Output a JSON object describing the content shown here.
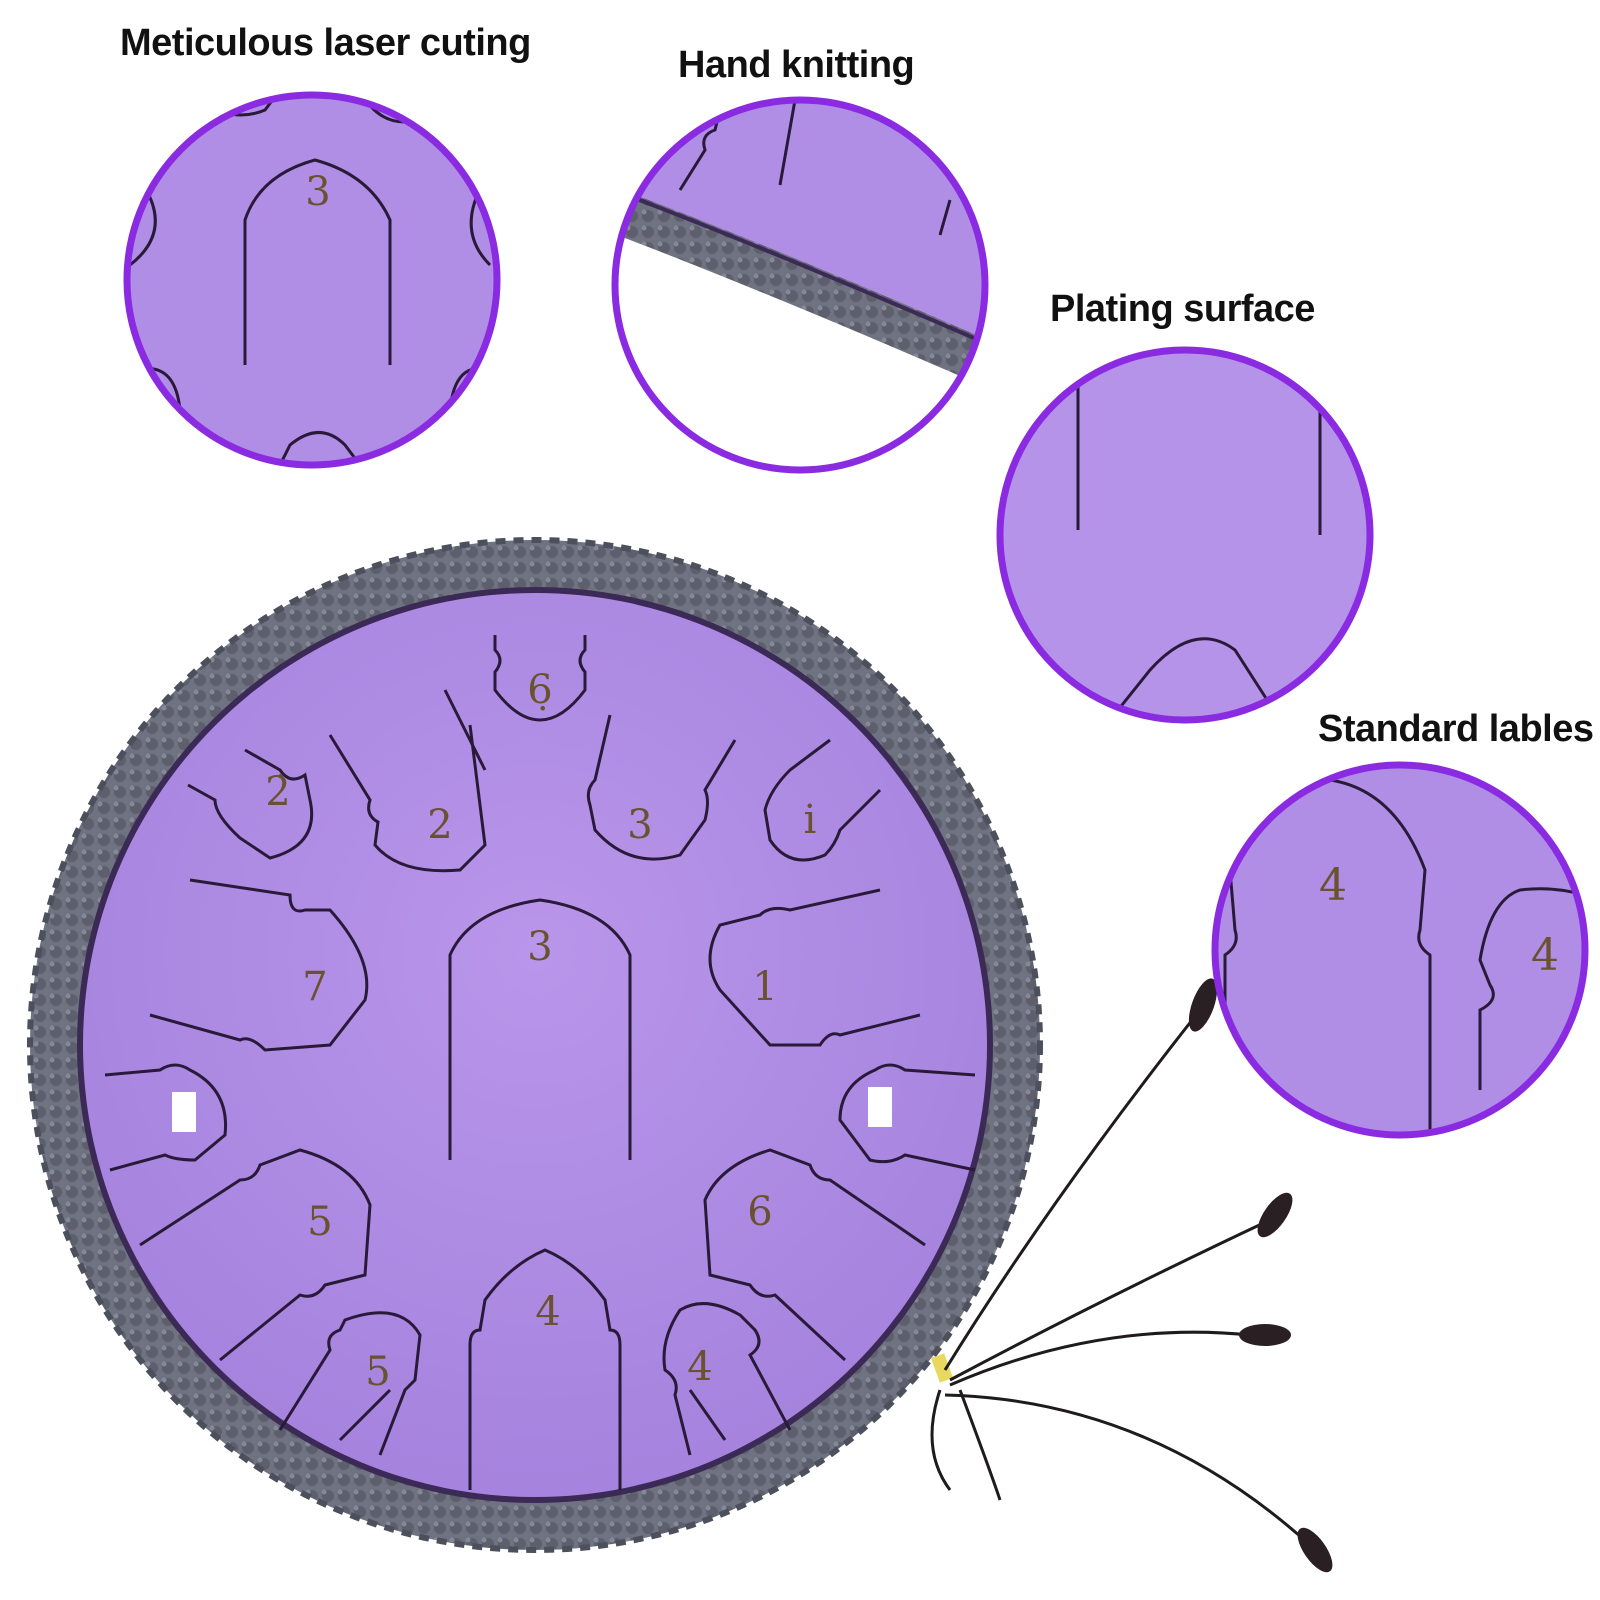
{
  "captions": {
    "laser": "Meticulous laser cuting",
    "knitting": "Hand knitting",
    "plating": "Plating surface",
    "labels": "Standard lables"
  },
  "drum_notes": {
    "top": "6̣",
    "upper_left_outer": "2̇",
    "upper_left": "2",
    "upper_right": "3",
    "upper_right_outer": "i",
    "center": "3",
    "left": "7",
    "right": "1",
    "lower_left": "5",
    "lower_right": "6",
    "bottom_left": "5",
    "bottom": "4",
    "bottom_right": "4"
  },
  "zoom_notes": {
    "laser_center": "3",
    "labels_main": "4",
    "labels_side": "4"
  },
  "colors": {
    "drum_purple": "#b08ee6",
    "zoom_border": "#8a2be2",
    "rope_gray": "#6b6e7c",
    "line_dark": "#2a1a3a",
    "note_gold": "#6a5230"
  }
}
